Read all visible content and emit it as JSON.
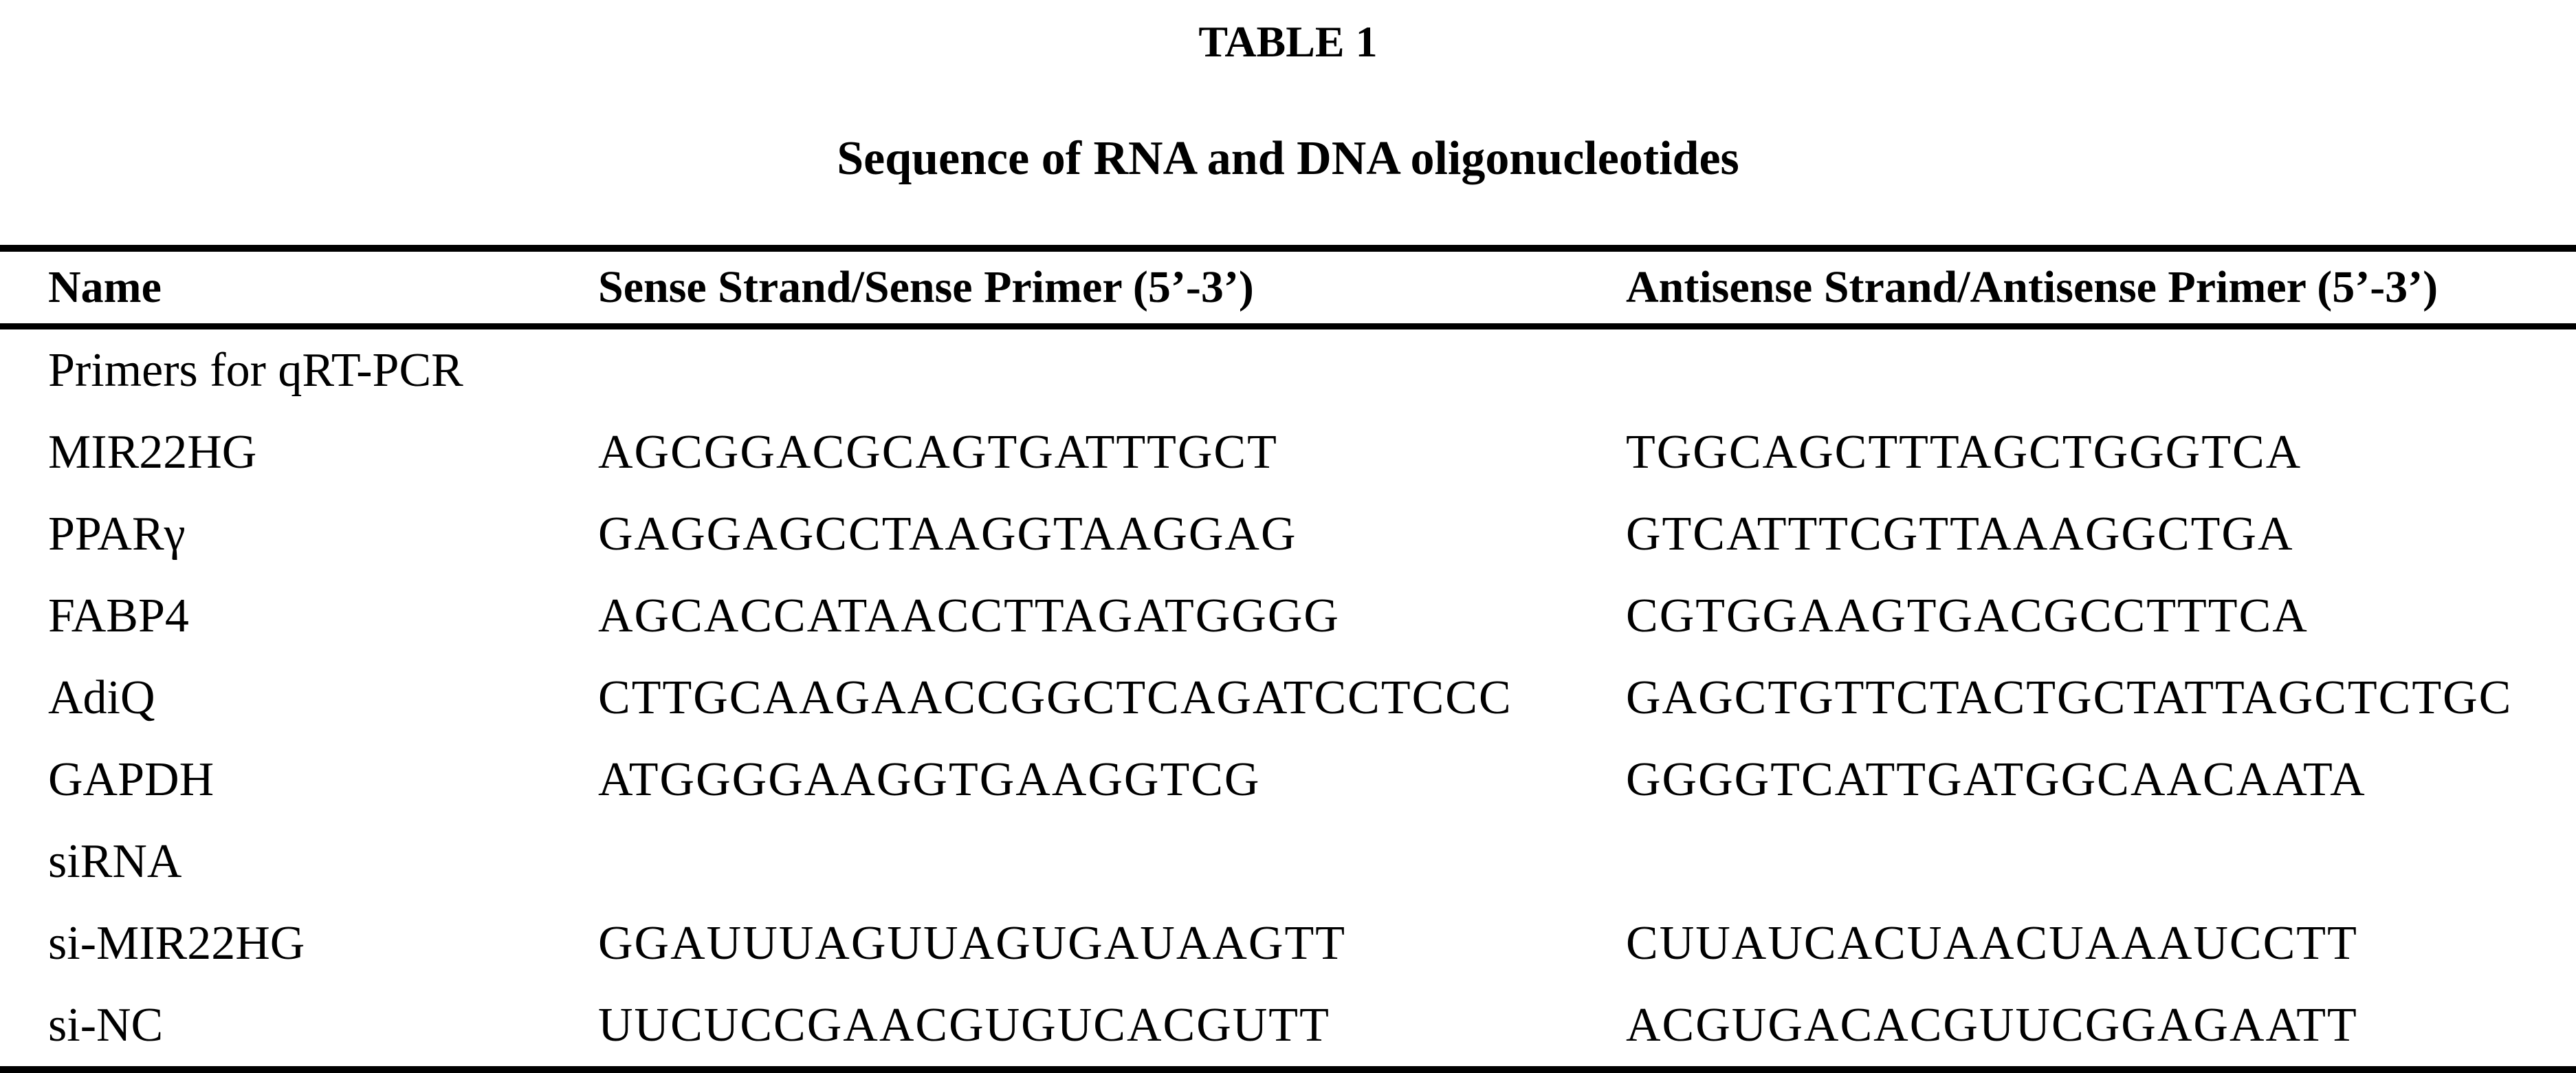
{
  "table": {
    "label": "TABLE 1",
    "caption": "Sequence of RNA and DNA oligonucleotides",
    "columns": [
      "Name",
      "Sense Strand/Sense Primer (5’-3’)",
      "Antisense Strand/Antisense Primer (5’-3’)"
    ],
    "rows": [
      {
        "name": "Primers for qRT-PCR",
        "sense": "",
        "antisense": ""
      },
      {
        "name": "MIR22HG",
        "sense": "AGCGGACGCAGTGATTTGCT",
        "antisense": "TGGCAGCTTTAGCTGGGTCA"
      },
      {
        "name": "PPARγ",
        "sense": "GAGGAGCCTAAGGTAAGGAG",
        "antisense": "GTCATTTCGTTAAAGGCTGA"
      },
      {
        "name": "FABP4",
        "sense": "AGCACCATAACCTTAGATGGGG",
        "antisense": "CGTGGAAGTGACGCCTTTCA"
      },
      {
        "name": "AdiQ",
        "sense": "CTTGCAAGAACCGGCTCAGATCCTCCC",
        "antisense": "GAGCTGTTCTACTGCTATTAGCTCTGC"
      },
      {
        "name": "GAPDH",
        "sense": "ATGGGGAAGGTGAAGGTCG",
        "antisense": "GGGGTCATTGATGGCAACAATA"
      },
      {
        "name": "siRNA",
        "sense": "",
        "antisense": ""
      },
      {
        "name": "si-MIR22HG",
        "sense": "GGAUUUAGUUAGUGAUAAGTT",
        "antisense": "CUUAUCACUAACUAAAUCCTT"
      },
      {
        "name": "si-NC",
        "sense": "UUCUCCGAACGUGUCACGUTT",
        "antisense": "ACGUGACACGUUCGGAGAATT"
      }
    ]
  }
}
